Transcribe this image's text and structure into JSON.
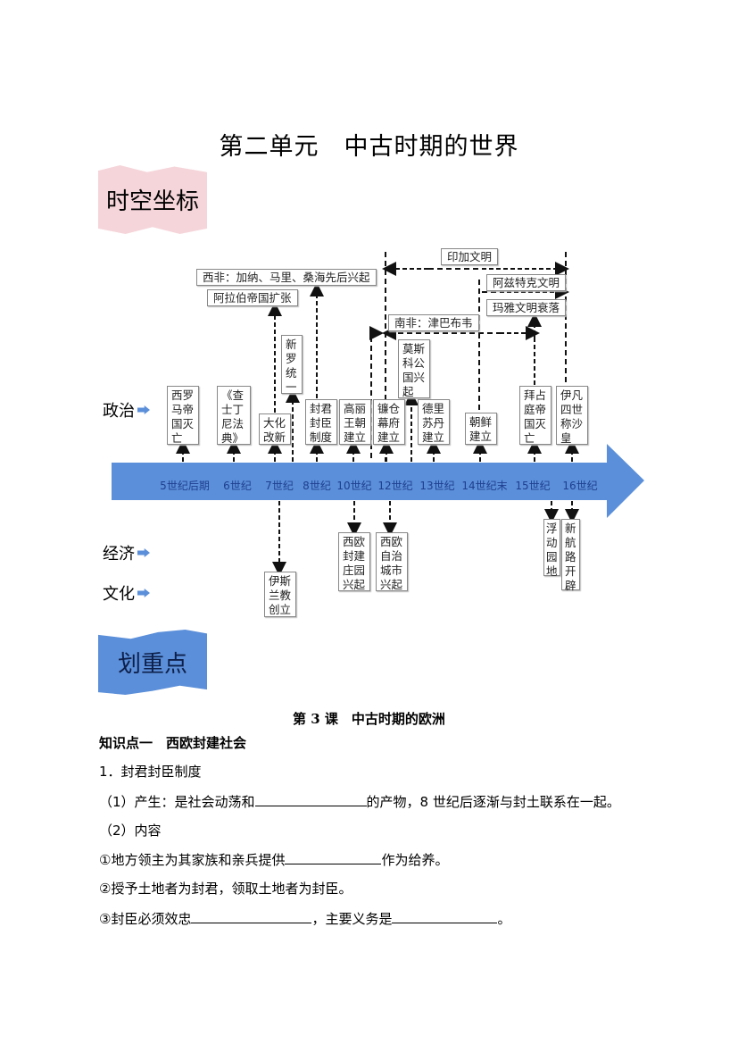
{
  "title": "第二单元　中古时期的世界",
  "banner_timeline": "时空坐标",
  "banner_keypoints": "划重点",
  "colors": {
    "axis_blue": "#5b8fd9",
    "pink_banner": "#f5d5da",
    "tick_text": "#1f3f8f"
  },
  "timeline": {
    "categories": {
      "politics": "政治",
      "economy": "经济",
      "culture": "文化"
    },
    "ticks": [
      "5世纪后期",
      "6世纪",
      "7世纪",
      "8世纪",
      "10世纪",
      "12世纪",
      "13世纪",
      "14世纪末",
      "15世纪",
      "16世纪"
    ],
    "upper_events": [
      "西罗马帝国灭亡",
      "《查士丁尼法典》",
      "大化改新",
      "新罗统一",
      "封君封臣制度",
      "高丽王朝建立",
      "镰仓幕府建立",
      "莫斯科公国兴起",
      "德里苏丹建立",
      "朝鲜建立",
      "拜占庭帝国灭亡",
      "伊凡四世称沙皇"
    ],
    "top_labels": [
      "西非：加纳、马里、桑海先后兴起",
      "阿拉伯帝国扩张",
      "印加文明",
      "阿兹特克文明",
      "玛雅文明衰落",
      "南非：津巴布韦"
    ],
    "lower_events": [
      "伊斯兰教创立",
      "西欧封建庄园兴起",
      "西欧自治城市兴起",
      "浮动园地",
      "新航路开辟"
    ]
  },
  "lesson": {
    "title": "第 3 课　中古时期的欧洲",
    "point_heading": "知识点一　西欧封建社会",
    "item1": "1．封君封臣制度",
    "p1_pre": "（1）产生：是社会动荡和",
    "p1_post": "的产物，8 世纪后逐渐与封土联系在一起。",
    "p2": "（2）内容",
    "c1_pre": "①地方领主为其家族和亲兵提供",
    "c1_post": "作为给养。",
    "c2": "②授予土地者为封君，领取土地者为封臣。",
    "c3_pre": "③封臣必须效忠",
    "c3_mid": "，主要义务是",
    "c3_post": "。"
  }
}
